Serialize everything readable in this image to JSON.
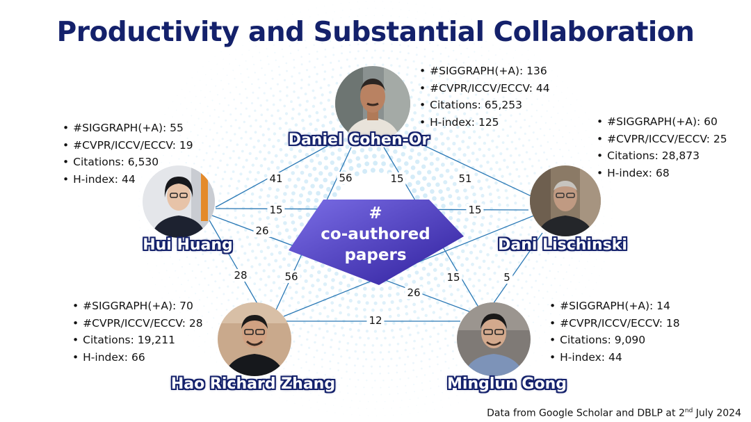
{
  "title": "Productivity and Substantial Collaboration",
  "center": {
    "line1": "#",
    "line2": "co-authored",
    "line3": "papers"
  },
  "people": {
    "cohen_or": {
      "name": "Daniel Cohen-Or",
      "siggraph": "#SIGGRAPH(+A): 136",
      "cvpr": "#CVPR/ICCV/ECCV: 44",
      "citations": "Citations: 65,253",
      "hindex": "H-index: 125"
    },
    "huang": {
      "name": "Hui Huang",
      "siggraph": "#SIGGRAPH(+A): 55",
      "cvpr": "#CVPR/ICCV/ECCV: 19",
      "citations": "Citations: 6,530",
      "hindex": "H-index: 44"
    },
    "lischinski": {
      "name": "Dani Lischinski",
      "siggraph": "#SIGGRAPH(+A): 60",
      "cvpr": "#CVPR/ICCV/ECCV: 25",
      "citations": "Citations: 28,873",
      "hindex": "H-index: 68"
    },
    "zhang": {
      "name": "Hao Richard Zhang",
      "siggraph": "#SIGGRAPH(+A): 70",
      "cvpr": "#CVPR/ICCV/ECCV: 28",
      "citations": "Citations: 19,211",
      "hindex": "H-index: 66"
    },
    "gong": {
      "name": "Minglun Gong",
      "siggraph": "#SIGGRAPH(+A): 14",
      "cvpr": "#CVPR/ICCV/ECCV: 18",
      "citations": "Citations: 9,090",
      "hindex": "H-index: 44"
    }
  },
  "edges": {
    "cohen_huang": "41",
    "cohen_zhang": "56",
    "cohen_gong": "15",
    "cohen_lischinski": "51",
    "huang_lischinski_top": "15",
    "huang_lischinski_right": "15",
    "huang_gong": "26",
    "huang_zhang": "28",
    "zhang_lischinski": "56",
    "lischinski_gong": "15",
    "lischinski_gong_right": "5",
    "zhang_gong_cross": "26",
    "zhang_gong": "12"
  },
  "footnote": {
    "prefix": "Data from Google Scholar and DBLP at 2",
    "sup": "nd",
    "suffix": " July 2024"
  },
  "colors": {
    "title": "#14216b",
    "edge": "#2a78b5",
    "center_dark": "#3a2aa8",
    "center_light": "#6a5cdc"
  }
}
